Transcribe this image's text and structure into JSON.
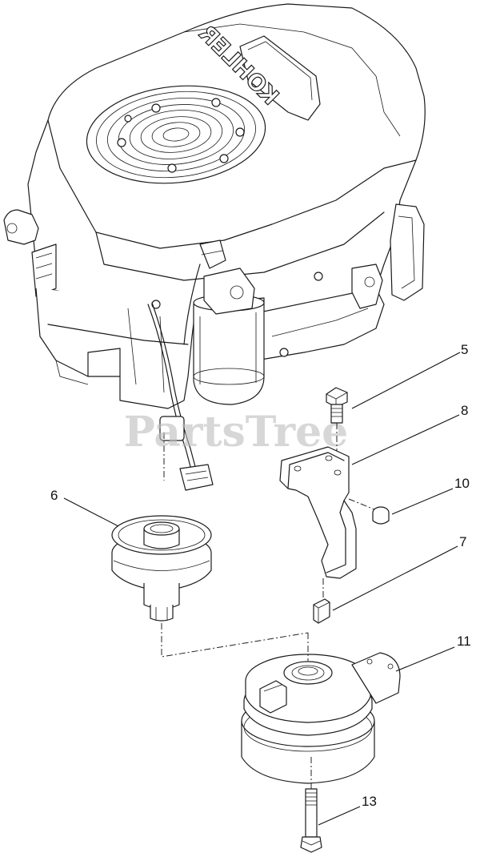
{
  "watermark": "PartsTree",
  "engine_logo": "KOHLER",
  "callouts": [
    {
      "id": "5",
      "label": "5"
    },
    {
      "id": "8",
      "label": "8"
    },
    {
      "id": "10",
      "label": "10"
    },
    {
      "id": "6",
      "label": "6"
    },
    {
      "id": "7",
      "label": "7"
    },
    {
      "id": "11",
      "label": "11"
    },
    {
      "id": "13",
      "label": "13"
    }
  ]
}
